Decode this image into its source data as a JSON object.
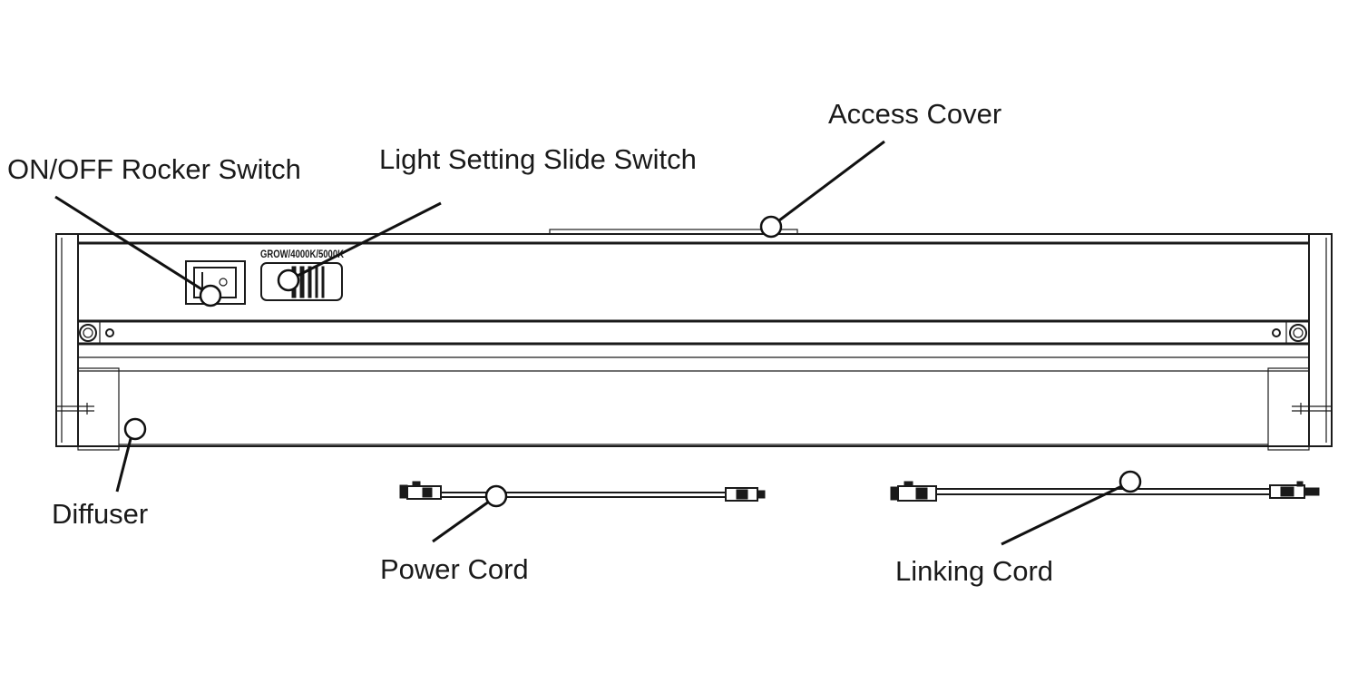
{
  "diagram": {
    "labels": {
      "access_cover": "Access Cover",
      "rocker_switch": "ON/OFF Rocker Switch",
      "slide_switch": "Light Setting Slide Switch",
      "diffuser": "Diffuser",
      "power_cord": "Power Cord",
      "linking_cord": "Linking Cord"
    },
    "panel_print": "GROW/4000K/5000K",
    "colors": {
      "line": "#1a1a1a",
      "background": "#ffffff",
      "marker_fill": "#ffffff"
    }
  }
}
